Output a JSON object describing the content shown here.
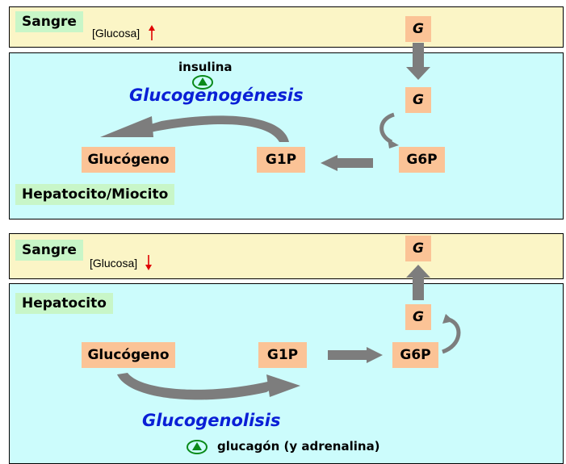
{
  "top": {
    "blood_label": "Sangre",
    "glucose_level": "[Glucosa]",
    "cell_label": "Hepatocito/Miocito",
    "hormone": "insulina",
    "process": "Glucogenogénesis",
    "node_g_blood": "G",
    "node_g": "G",
    "node_g6p": "G6P",
    "node_g1p": "G1P",
    "node_glycogen": "Glucógeno"
  },
  "bottom": {
    "blood_label": "Sangre",
    "glucose_level": "[Glucosa]",
    "cell_label": "Hepatocito",
    "hormone": "glucagón (y adrenalina)",
    "process": "Glucogenolisis",
    "node_g_blood": "G",
    "node_g": "G",
    "node_g6p": "G6P",
    "node_g1p": "G1P",
    "node_glycogen": "Glucógeno"
  },
  "colors": {
    "blood_bg": "#fbf5c6",
    "cell_bg": "#ccfcfc",
    "node_bg": "#fbc396",
    "label_bg": "#c8f6c8",
    "title": "#0a1fd6",
    "arrow_gray": "#7d7d7d",
    "glucose_arrow": "#e00000",
    "hormone_icon": "#0a8a1a"
  },
  "icons": {
    "glucose_up": "red-up-arrow-icon",
    "glucose_down": "red-down-arrow-icon",
    "hormone": "green-triangle-circle-icon"
  }
}
